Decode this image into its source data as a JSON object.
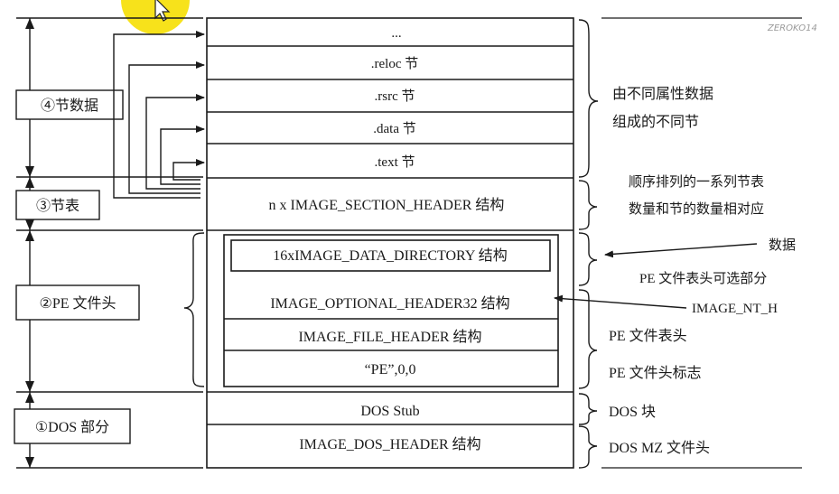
{
  "watermark": "ZEROKO14",
  "left_labels": {
    "section_data": "④节数据",
    "section_table": "③节表",
    "pe_header": "②PE 文件头",
    "dos_part": "①DOS 部分"
  },
  "blocks": {
    "ellipsis": "...",
    "reloc": ".reloc 节",
    "rsrc": ".rsrc 节",
    "data": ".data 节",
    "text": ".text 节",
    "section_headers": "n x IMAGE_SECTION_HEADER 结构",
    "data_directory": "16xIMAGE_DATA_DIRECTORY 结构",
    "optional_header": "IMAGE_OPTIONAL_HEADER32 结构",
    "file_header": "IMAGE_FILE_HEADER 结构",
    "pe_signature": "“PE”,0,0",
    "dos_stub": "DOS Stub",
    "dos_header": "IMAGE_DOS_HEADER 结构"
  },
  "right_notes": {
    "sections_line1": "由不同属性数据",
    "sections_line2": "组成的不同节",
    "table_line1": "顺序排列的一系列节表",
    "table_line2": "数量和节的数量相对应",
    "data_dir": "数据",
    "optional": "PE 文件表头可选部分",
    "nt_headers": "IMAGE_NT_H",
    "file_header": "PE 文件表头",
    "signature": "PE 文件头标志",
    "dos_block": "DOS 块",
    "mz_header": "DOS MZ 文件头"
  }
}
